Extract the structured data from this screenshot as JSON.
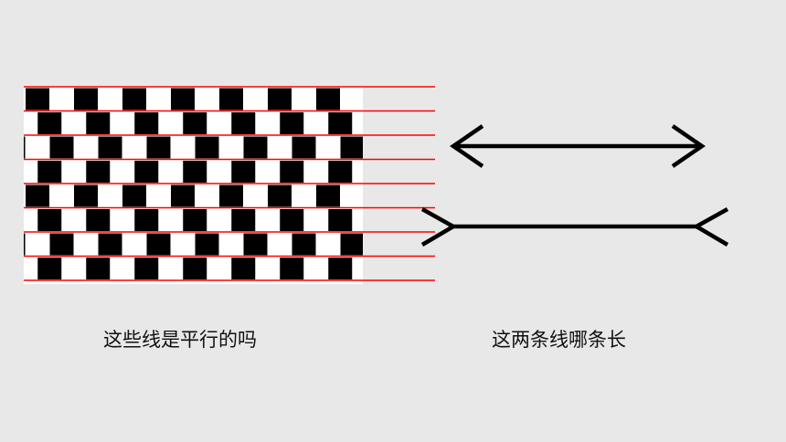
{
  "slide": {
    "background_color": "#e8e8e8",
    "caption_left": "这些线是平行的吗",
    "caption_right": "这两条线哪条长"
  },
  "cafe_wall": {
    "rows": 8,
    "columns": 7,
    "row_shifts": [
      0,
      0.25,
      0.5,
      0.25,
      0,
      0.25,
      0.5,
      0.25
    ],
    "tile_color": "#000000",
    "mortar_color": "#ff0000",
    "background_color": "#ffffff"
  },
  "muller_lyer": {
    "line_color": "#000000",
    "top_line": {
      "fins": "inward"
    },
    "bottom_line": {
      "fins": "outward"
    }
  }
}
